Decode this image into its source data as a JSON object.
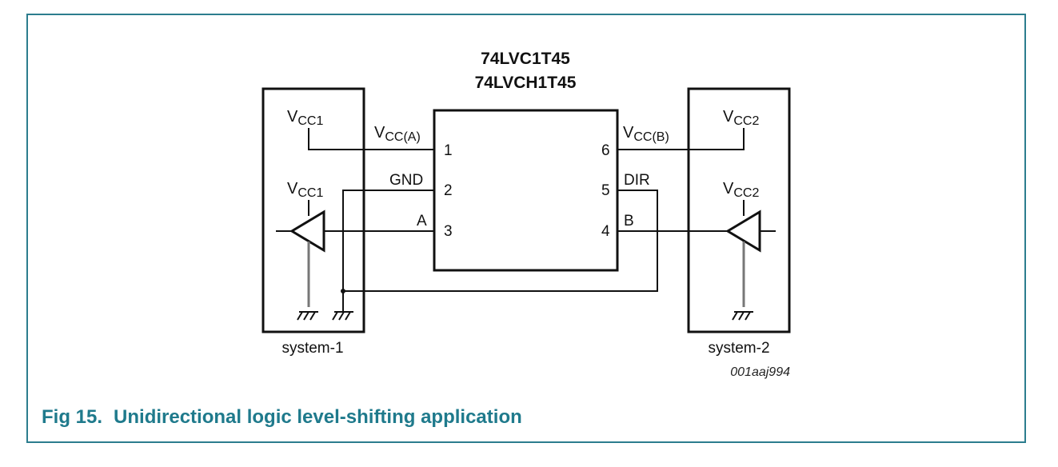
{
  "chip": {
    "name_line1": "74LVC1T45",
    "name_line2": "74LVCH1T45",
    "pins": [
      {
        "number": "1",
        "label_base": "V",
        "label_sub": "CC(A)"
      },
      {
        "number": "2",
        "label_base": "GND",
        "label_sub": ""
      },
      {
        "number": "3",
        "label_base": "A",
        "label_sub": ""
      },
      {
        "number": "4",
        "label_base": "B",
        "label_sub": ""
      },
      {
        "number": "5",
        "label_base": "DIR",
        "label_sub": ""
      },
      {
        "number": "6",
        "label_base": "V",
        "label_sub": "CC(B)"
      }
    ]
  },
  "system1": {
    "label": "system-1",
    "supply_base": "V",
    "supply_sub": "CC1"
  },
  "system2": {
    "label": "system-2",
    "supply_base": "V",
    "supply_sub": "CC2"
  },
  "drawing_code": "001aaj994",
  "caption": {
    "fig": "Fig 15.",
    "title": "Unidirectional logic level-shifting application"
  }
}
